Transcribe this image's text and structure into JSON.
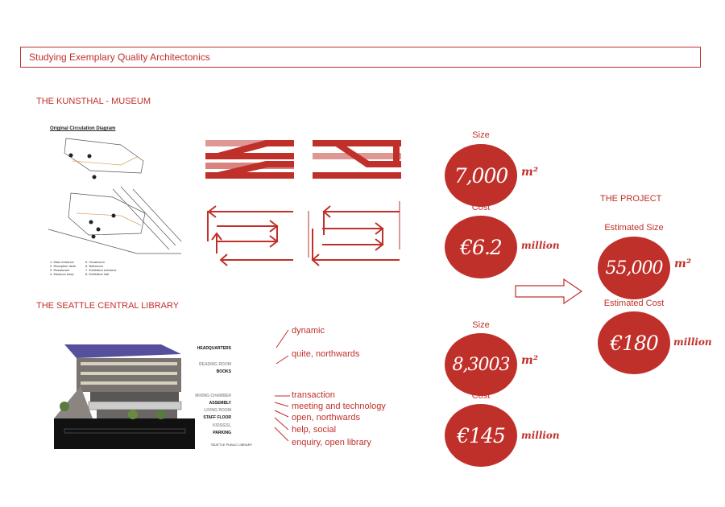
{
  "title": "Studying Exemplary Quality Architectonics",
  "kunsthal": {
    "heading": "THE KUNSTHAL - MUSEUM",
    "diagram_caption": "Original Circulation Diagram",
    "legend": [
      "1. Main entrance",
      "2. Reception desk",
      "3. Restaurant",
      "4. Museum shop",
      "5. Cloakroom",
      "6. Bathroom",
      "7. Exhibition entrance",
      "8. Exhibition hall"
    ],
    "size_label": "Size",
    "size_value": "7,000",
    "size_unit": "m²",
    "cost_label": "Cost",
    "cost_value": "€6.2",
    "cost_unit": "million"
  },
  "seattle": {
    "heading": "THE SEATTLE CENTRAL LIBRARY",
    "floors": [
      "HEADQUARTERS",
      "READING ROOM",
      "BOOKS",
      "MIXING CHAMBER",
      "ASSEMBLY",
      "LIVING ROOM",
      "STAFF FLOOR",
      "KIDS/ESL",
      "PARKING"
    ],
    "logo_text": "SEATTLE PUBLIC LIBRARY",
    "annotations": [
      "dynamic",
      "quite, northwards",
      "transaction",
      "meeting and technology",
      "open, northwards",
      "help, social",
      "enquiry, open library"
    ],
    "size_label": "Size",
    "size_value": "8,3003",
    "size_unit": "m²",
    "cost_label": "Cost",
    "cost_value": "€145",
    "cost_unit": "million"
  },
  "project": {
    "heading": "THE PROJECT",
    "size_label": "Estimated Size",
    "size_value": "55,000",
    "size_unit": "m²",
    "cost_label": "Estimated Cost",
    "cost_value": "€180",
    "cost_unit": "million"
  },
  "colors": {
    "accent": "#c0302a"
  }
}
